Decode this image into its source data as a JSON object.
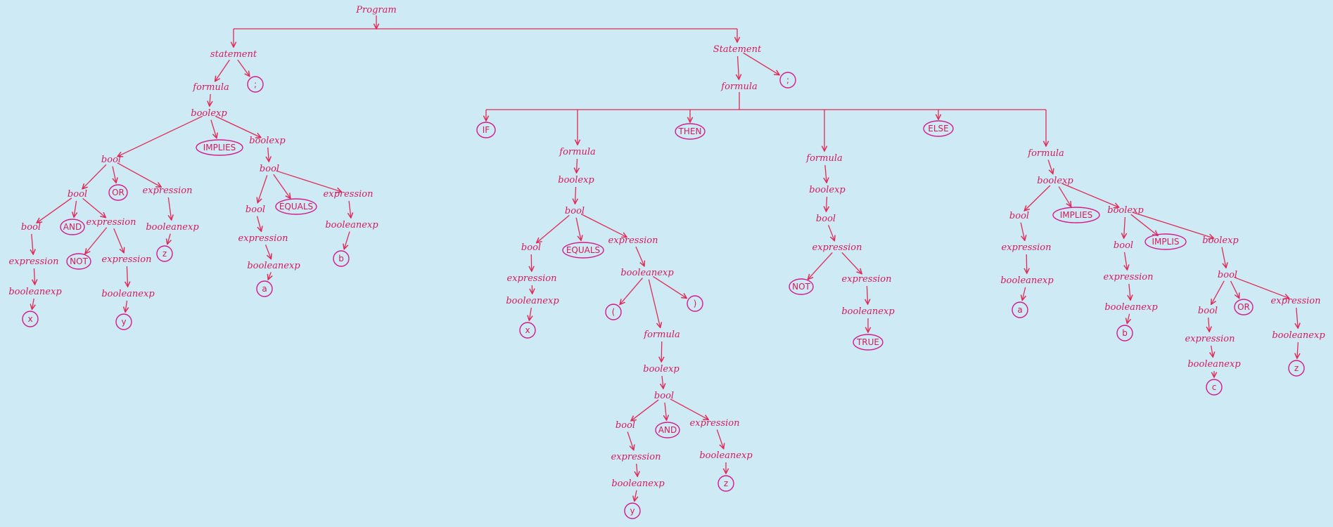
{
  "diagram": {
    "kind": "parse-tree",
    "colors": {
      "background": "#cdeaf5",
      "ink": "#d51a5c",
      "edge": "#e02a55",
      "ring": "#d51a8a"
    },
    "nodes": [
      {
        "id": "root",
        "label": "Program"
      },
      {
        "id": "s1",
        "label": "statement"
      },
      {
        "id": "f1",
        "label": "formula"
      },
      {
        "id": "semi1",
        "label": ";",
        "leaf": true
      },
      {
        "id": "be1",
        "label": "boolexp"
      },
      {
        "id": "b1",
        "label": "bool"
      },
      {
        "id": "imp1",
        "label": "IMPLIES",
        "leaf": true
      },
      {
        "id": "be2",
        "label": "boolexp"
      },
      {
        "id": "b2",
        "label": "bool"
      },
      {
        "id": "or1",
        "label": "OR",
        "leaf": true
      },
      {
        "id": "ex1",
        "label": "expression"
      },
      {
        "id": "b3",
        "label": "bool"
      },
      {
        "id": "and1",
        "label": "AND",
        "leaf": true
      },
      {
        "id": "ex2",
        "label": "expression"
      },
      {
        "id": "ex3",
        "label": "expression"
      },
      {
        "id": "bne1",
        "label": "booleanexp"
      },
      {
        "id": "x1",
        "label": "x",
        "leaf": true
      },
      {
        "id": "not1",
        "label": "NOT",
        "leaf": true
      },
      {
        "id": "ex4",
        "label": "expression"
      },
      {
        "id": "bne2",
        "label": "booleanexp"
      },
      {
        "id": "y1",
        "label": "y",
        "leaf": true
      },
      {
        "id": "bne3",
        "label": "booleanexp"
      },
      {
        "id": "z1",
        "label": "z",
        "leaf": true
      },
      {
        "id": "b4",
        "label": "bool"
      },
      {
        "id": "b5",
        "label": "bool"
      },
      {
        "id": "eq1",
        "label": "EQUALS",
        "leaf": true
      },
      {
        "id": "ex5",
        "label": "expression"
      },
      {
        "id": "ex6",
        "label": "expression"
      },
      {
        "id": "bne4",
        "label": "booleanexp"
      },
      {
        "id": "a1",
        "label": "a",
        "leaf": true
      },
      {
        "id": "bne5",
        "label": "booleanexp"
      },
      {
        "id": "bb1",
        "label": "b",
        "leaf": true
      },
      {
        "id": "s2",
        "label": "Statement"
      },
      {
        "id": "f2",
        "label": "formula"
      },
      {
        "id": "semi2",
        "label": ";",
        "leaf": true
      },
      {
        "id": "if1",
        "label": "IF",
        "leaf": true
      },
      {
        "id": "f3",
        "label": "formula"
      },
      {
        "id": "then1",
        "label": "THEN",
        "leaf": true
      },
      {
        "id": "f4",
        "label": "formula"
      },
      {
        "id": "else1",
        "label": "ELSE",
        "leaf": true
      },
      {
        "id": "f5",
        "label": "formula"
      },
      {
        "id": "be3",
        "label": "boolexp"
      },
      {
        "id": "b6",
        "label": "bool"
      },
      {
        "id": "b7",
        "label": "bool"
      },
      {
        "id": "eq2",
        "label": "EQUALS",
        "leaf": true
      },
      {
        "id": "ex7",
        "label": "expression"
      },
      {
        "id": "ex8",
        "label": "expression"
      },
      {
        "id": "bne6",
        "label": "booleanexp"
      },
      {
        "id": "x2",
        "label": "x",
        "leaf": true
      },
      {
        "id": "bne7",
        "label": "booleanexp"
      },
      {
        "id": "lp",
        "label": "(",
        "leaf": true
      },
      {
        "id": "f6",
        "label": "formula"
      },
      {
        "id": "rp",
        "label": ")",
        "leaf": true
      },
      {
        "id": "be4",
        "label": "boolexp"
      },
      {
        "id": "b8",
        "label": "bool"
      },
      {
        "id": "b9",
        "label": "bool"
      },
      {
        "id": "and2",
        "label": "AND",
        "leaf": true
      },
      {
        "id": "ex9",
        "label": "expression"
      },
      {
        "id": "ex10",
        "label": "expression"
      },
      {
        "id": "bne8",
        "label": "booleanexp"
      },
      {
        "id": "y2",
        "label": "y",
        "leaf": true
      },
      {
        "id": "bne9",
        "label": "booleanexp"
      },
      {
        "id": "z2",
        "label": "z",
        "leaf": true
      },
      {
        "id": "be5",
        "label": "boolexp"
      },
      {
        "id": "b10",
        "label": "bool"
      },
      {
        "id": "ex11",
        "label": "expression"
      },
      {
        "id": "not2",
        "label": "NOT",
        "leaf": true
      },
      {
        "id": "ex12",
        "label": "expression"
      },
      {
        "id": "bne10",
        "label": "booleanexp"
      },
      {
        "id": "true1",
        "label": "TRUE",
        "leaf": true
      },
      {
        "id": "be6",
        "label": "boolexp"
      },
      {
        "id": "b11",
        "label": "bool"
      },
      {
        "id": "imp2",
        "label": "IMPLIES",
        "leaf": true
      },
      {
        "id": "be7",
        "label": "boolexp"
      },
      {
        "id": "ex13",
        "label": "expression"
      },
      {
        "id": "bne11",
        "label": "booleanexp"
      },
      {
        "id": "a2",
        "label": "a",
        "leaf": true
      },
      {
        "id": "b12",
        "label": "bool"
      },
      {
        "id": "impl3",
        "label": "IMPLIS",
        "leaf": true
      },
      {
        "id": "be8",
        "label": "boolexp"
      },
      {
        "id": "ex14",
        "label": "expression"
      },
      {
        "id": "bne12",
        "label": "booleanexp"
      },
      {
        "id": "bb2",
        "label": "b",
        "leaf": true
      },
      {
        "id": "b13",
        "label": "bool"
      },
      {
        "id": "b14",
        "label": "bool"
      },
      {
        "id": "or2",
        "label": "OR",
        "leaf": true
      },
      {
        "id": "ex15",
        "label": "expression"
      },
      {
        "id": "ex16",
        "label": "expression"
      },
      {
        "id": "bne13",
        "label": "booleanexp"
      },
      {
        "id": "c1",
        "label": "c",
        "leaf": true
      },
      {
        "id": "bne14",
        "label": "booleanexp"
      },
      {
        "id": "z3",
        "label": "z",
        "leaf": true
      }
    ],
    "edges": [
      [
        "root",
        "s1"
      ],
      [
        "root",
        "s2"
      ],
      [
        "s1",
        "f1"
      ],
      [
        "s1",
        "semi1"
      ],
      [
        "f1",
        "be1"
      ],
      [
        "be1",
        "b1"
      ],
      [
        "be1",
        "imp1"
      ],
      [
        "be1",
        "be2"
      ],
      [
        "b1",
        "b2"
      ],
      [
        "b1",
        "or1"
      ],
      [
        "b1",
        "ex1"
      ],
      [
        "b2",
        "b3"
      ],
      [
        "b2",
        "and1"
      ],
      [
        "b2",
        "ex2"
      ],
      [
        "b3",
        "ex3"
      ],
      [
        "ex3",
        "bne1"
      ],
      [
        "bne1",
        "x1"
      ],
      [
        "ex2",
        "not1"
      ],
      [
        "ex2",
        "ex4"
      ],
      [
        "ex4",
        "bne2"
      ],
      [
        "bne2",
        "y1"
      ],
      [
        "ex1",
        "bne3"
      ],
      [
        "bne3",
        "z1"
      ],
      [
        "be2",
        "b4"
      ],
      [
        "b4",
        "b5"
      ],
      [
        "b4",
        "eq1"
      ],
      [
        "b4",
        "ex6"
      ],
      [
        "b5",
        "ex5"
      ],
      [
        "ex5",
        "bne4"
      ],
      [
        "bne4",
        "a1"
      ],
      [
        "ex6",
        "bne5"
      ],
      [
        "bne5",
        "bb1"
      ],
      [
        "s2",
        "f2"
      ],
      [
        "s2",
        "semi2"
      ],
      [
        "f2",
        "if1"
      ],
      [
        "f2",
        "f3"
      ],
      [
        "f2",
        "then1"
      ],
      [
        "f2",
        "f4"
      ],
      [
        "f2",
        "else1"
      ],
      [
        "f2",
        "f5"
      ],
      [
        "f3",
        "be3"
      ],
      [
        "be3",
        "b6"
      ],
      [
        "b6",
        "b7"
      ],
      [
        "b6",
        "eq2"
      ],
      [
        "b6",
        "ex8"
      ],
      [
        "b7",
        "ex7"
      ],
      [
        "ex7",
        "bne6"
      ],
      [
        "bne6",
        "x2"
      ],
      [
        "ex8",
        "bne7"
      ],
      [
        "bne7",
        "lp"
      ],
      [
        "bne7",
        "f6"
      ],
      [
        "bne7",
        "rp"
      ],
      [
        "f6",
        "be4"
      ],
      [
        "be4",
        "b8"
      ],
      [
        "b8",
        "b9"
      ],
      [
        "b8",
        "and2"
      ],
      [
        "b8",
        "ex10"
      ],
      [
        "b9",
        "ex9"
      ],
      [
        "ex9",
        "bne8"
      ],
      [
        "bne8",
        "y2"
      ],
      [
        "ex10",
        "bne9"
      ],
      [
        "bne9",
        "z2"
      ],
      [
        "f4",
        "be5"
      ],
      [
        "be5",
        "b10"
      ],
      [
        "b10",
        "ex11"
      ],
      [
        "ex11",
        "not2"
      ],
      [
        "ex11",
        "ex12"
      ],
      [
        "ex12",
        "bne10"
      ],
      [
        "bne10",
        "true1"
      ],
      [
        "f5",
        "be6"
      ],
      [
        "be6",
        "b11"
      ],
      [
        "be6",
        "imp2"
      ],
      [
        "be6",
        "be7"
      ],
      [
        "b11",
        "ex13"
      ],
      [
        "ex13",
        "bne11"
      ],
      [
        "bne11",
        "a2"
      ],
      [
        "be7",
        "b12"
      ],
      [
        "be7",
        "impl3"
      ],
      [
        "be7",
        "be8"
      ],
      [
        "b12",
        "ex14"
      ],
      [
        "ex14",
        "bne12"
      ],
      [
        "bne12",
        "bb2"
      ],
      [
        "be8",
        "b13"
      ],
      [
        "b13",
        "b14"
      ],
      [
        "b13",
        "or2"
      ],
      [
        "b13",
        "ex16"
      ],
      [
        "b14",
        "ex15"
      ],
      [
        "ex15",
        "bne13"
      ],
      [
        "bne13",
        "c1"
      ],
      [
        "ex16",
        "bne14"
      ],
      [
        "bne14",
        "z3"
      ]
    ]
  }
}
